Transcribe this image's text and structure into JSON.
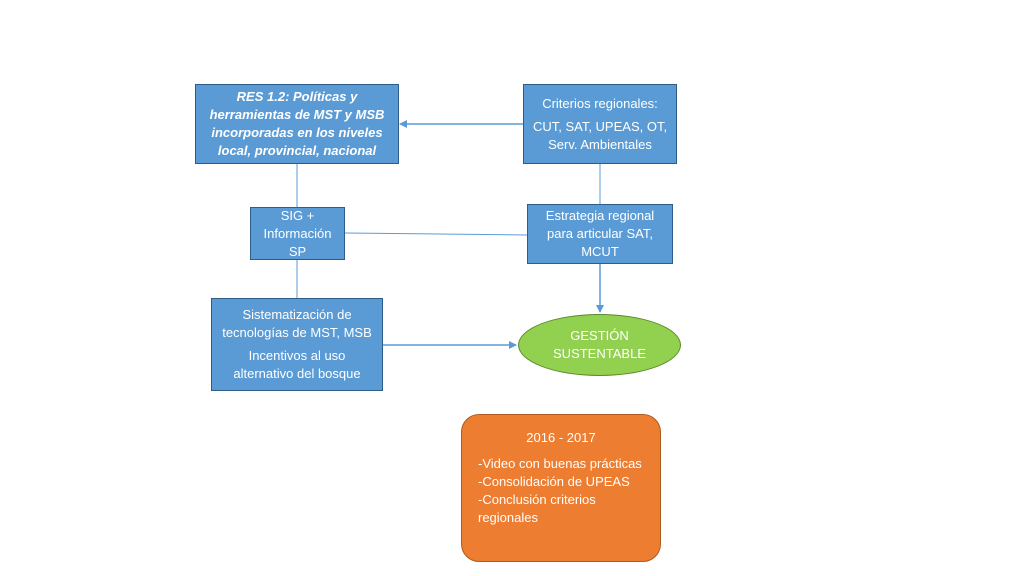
{
  "colors": {
    "box_fill": "#5b9bd5",
    "box_border": "#2f5d8a",
    "connector": "#5b9bd5",
    "ellipse_fill": "#92d050",
    "orange_fill": "#ed7d31"
  },
  "nodes": {
    "res": {
      "text": "RES 1.2: Políticas y herramientas de MST y MSB incorporadas en los  niveles local, provincial, nacional"
    },
    "criterios": {
      "title": "Criterios regionales:",
      "detail": "CUT, SAT, UPEAS, OT, Serv. Ambientales"
    },
    "sig": {
      "text": "SIG + Información SP"
    },
    "estrategia": {
      "text": "Estrategia regional para articular SAT, MCUT"
    },
    "sistematizacion": {
      "line1": "Sistematización de tecnologías de MST, MSB",
      "line2": "Incentivos al uso alternativo del bosque"
    },
    "gestion": {
      "text": "GESTIÓN SUSTENTABLE"
    },
    "timeline": {
      "period": "2016 - 2017",
      "items": [
        "-Video con buenas prácticas",
        "-Consolidación de UPEAS",
        "-Conclusión criterios regionales"
      ]
    }
  },
  "edges": [
    {
      "from": "criterios",
      "to": "res",
      "arrow": true
    },
    {
      "from": "criterios",
      "to": "estrategia",
      "arrow": false
    },
    {
      "from": "estrategia",
      "to": "gestion",
      "arrow": true
    },
    {
      "from": "res",
      "to": "sig",
      "arrow": false
    },
    {
      "from": "sig",
      "to": "sistematizacion",
      "arrow": false
    },
    {
      "from": "sig",
      "to": "estrategia",
      "arrow": false
    },
    {
      "from": "sistematizacion",
      "to": "gestion",
      "arrow": true
    }
  ]
}
